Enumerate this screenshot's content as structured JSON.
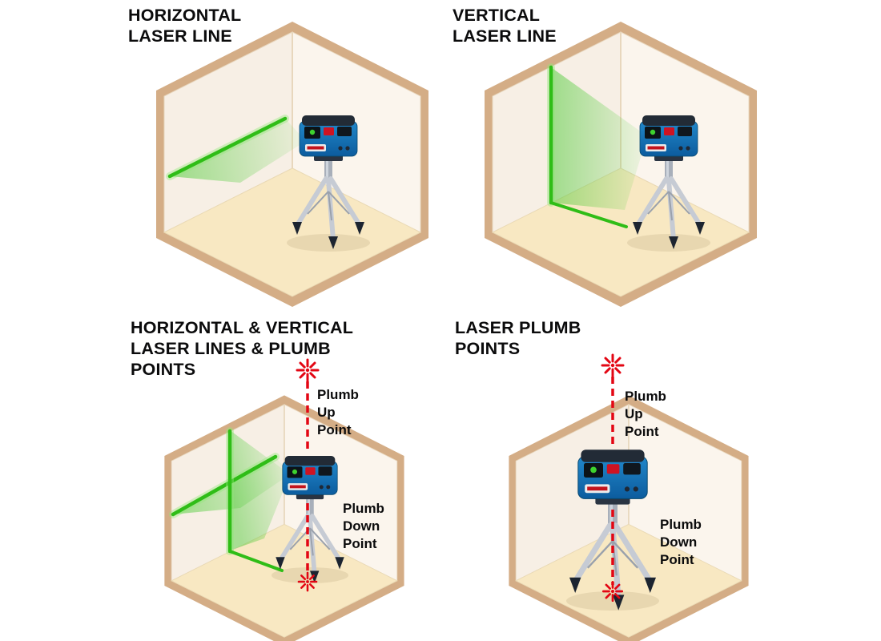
{
  "colors": {
    "laser_green": "#2fbd17",
    "laser_green_soft": "#46c92f",
    "plumb_red": "#e30613",
    "wall_left": "#f7efe5",
    "wall_right": "#fbf5ed",
    "floor": "#f8e8c2",
    "wall_edge_tan": "#d4ad86",
    "device_blue": "#0f6cb0",
    "title_text": "#0b0b0c"
  },
  "icons": {
    "plumb_point_star": "red 8-ray starburst",
    "laser_device": "blue cross-line laser level on tripod"
  },
  "panels": [
    {
      "title": "HORIZONTAL\nLASER LINE"
    },
    {
      "title": "VERTICAL\nLASER LINE"
    },
    {
      "title": "HORIZONTAL & VERTICAL\nLASER LINES & PLUMB\nPOINTS",
      "plumb_up_label": "Plumb\nUp\nPoint",
      "plumb_down_label": "Plumb\nDown\nPoint"
    },
    {
      "title": "LASER PLUMB\nPOINTS",
      "plumb_up_label": "Plumb\nUp\nPoint",
      "plumb_down_label": "Plumb\nDown\nPoint"
    }
  ]
}
